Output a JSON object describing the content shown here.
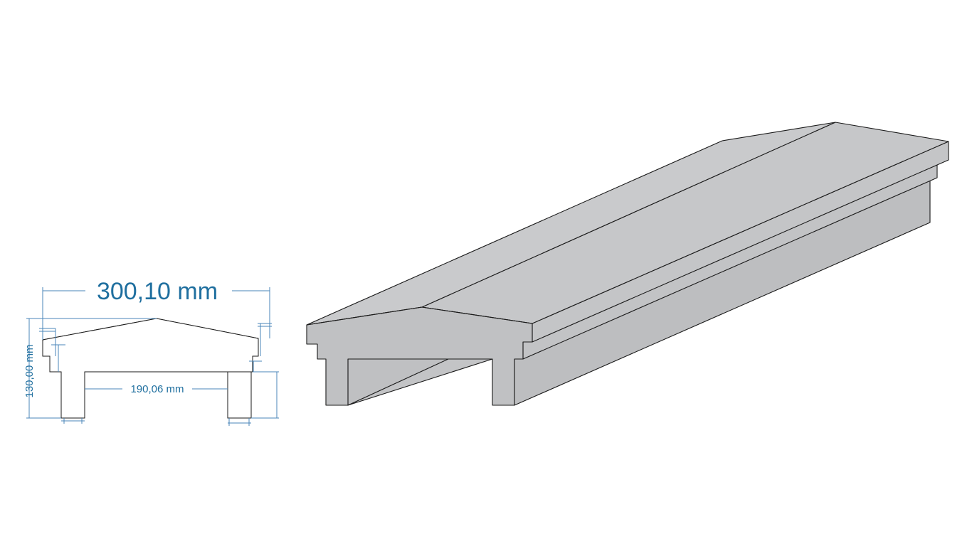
{
  "dimensions": {
    "overall_width": "300,10 mm",
    "overall_height": "130,00 mm",
    "inner_width": "190,06 mm"
  },
  "colors": {
    "dimension_text": "#1f6f9f",
    "dimension_line": "#4a86b8",
    "stone_top": "#c6c7c9",
    "stone_side": "#bdbec0",
    "stone_front": "#c0c1c3",
    "outline": "#1a1a1a"
  }
}
